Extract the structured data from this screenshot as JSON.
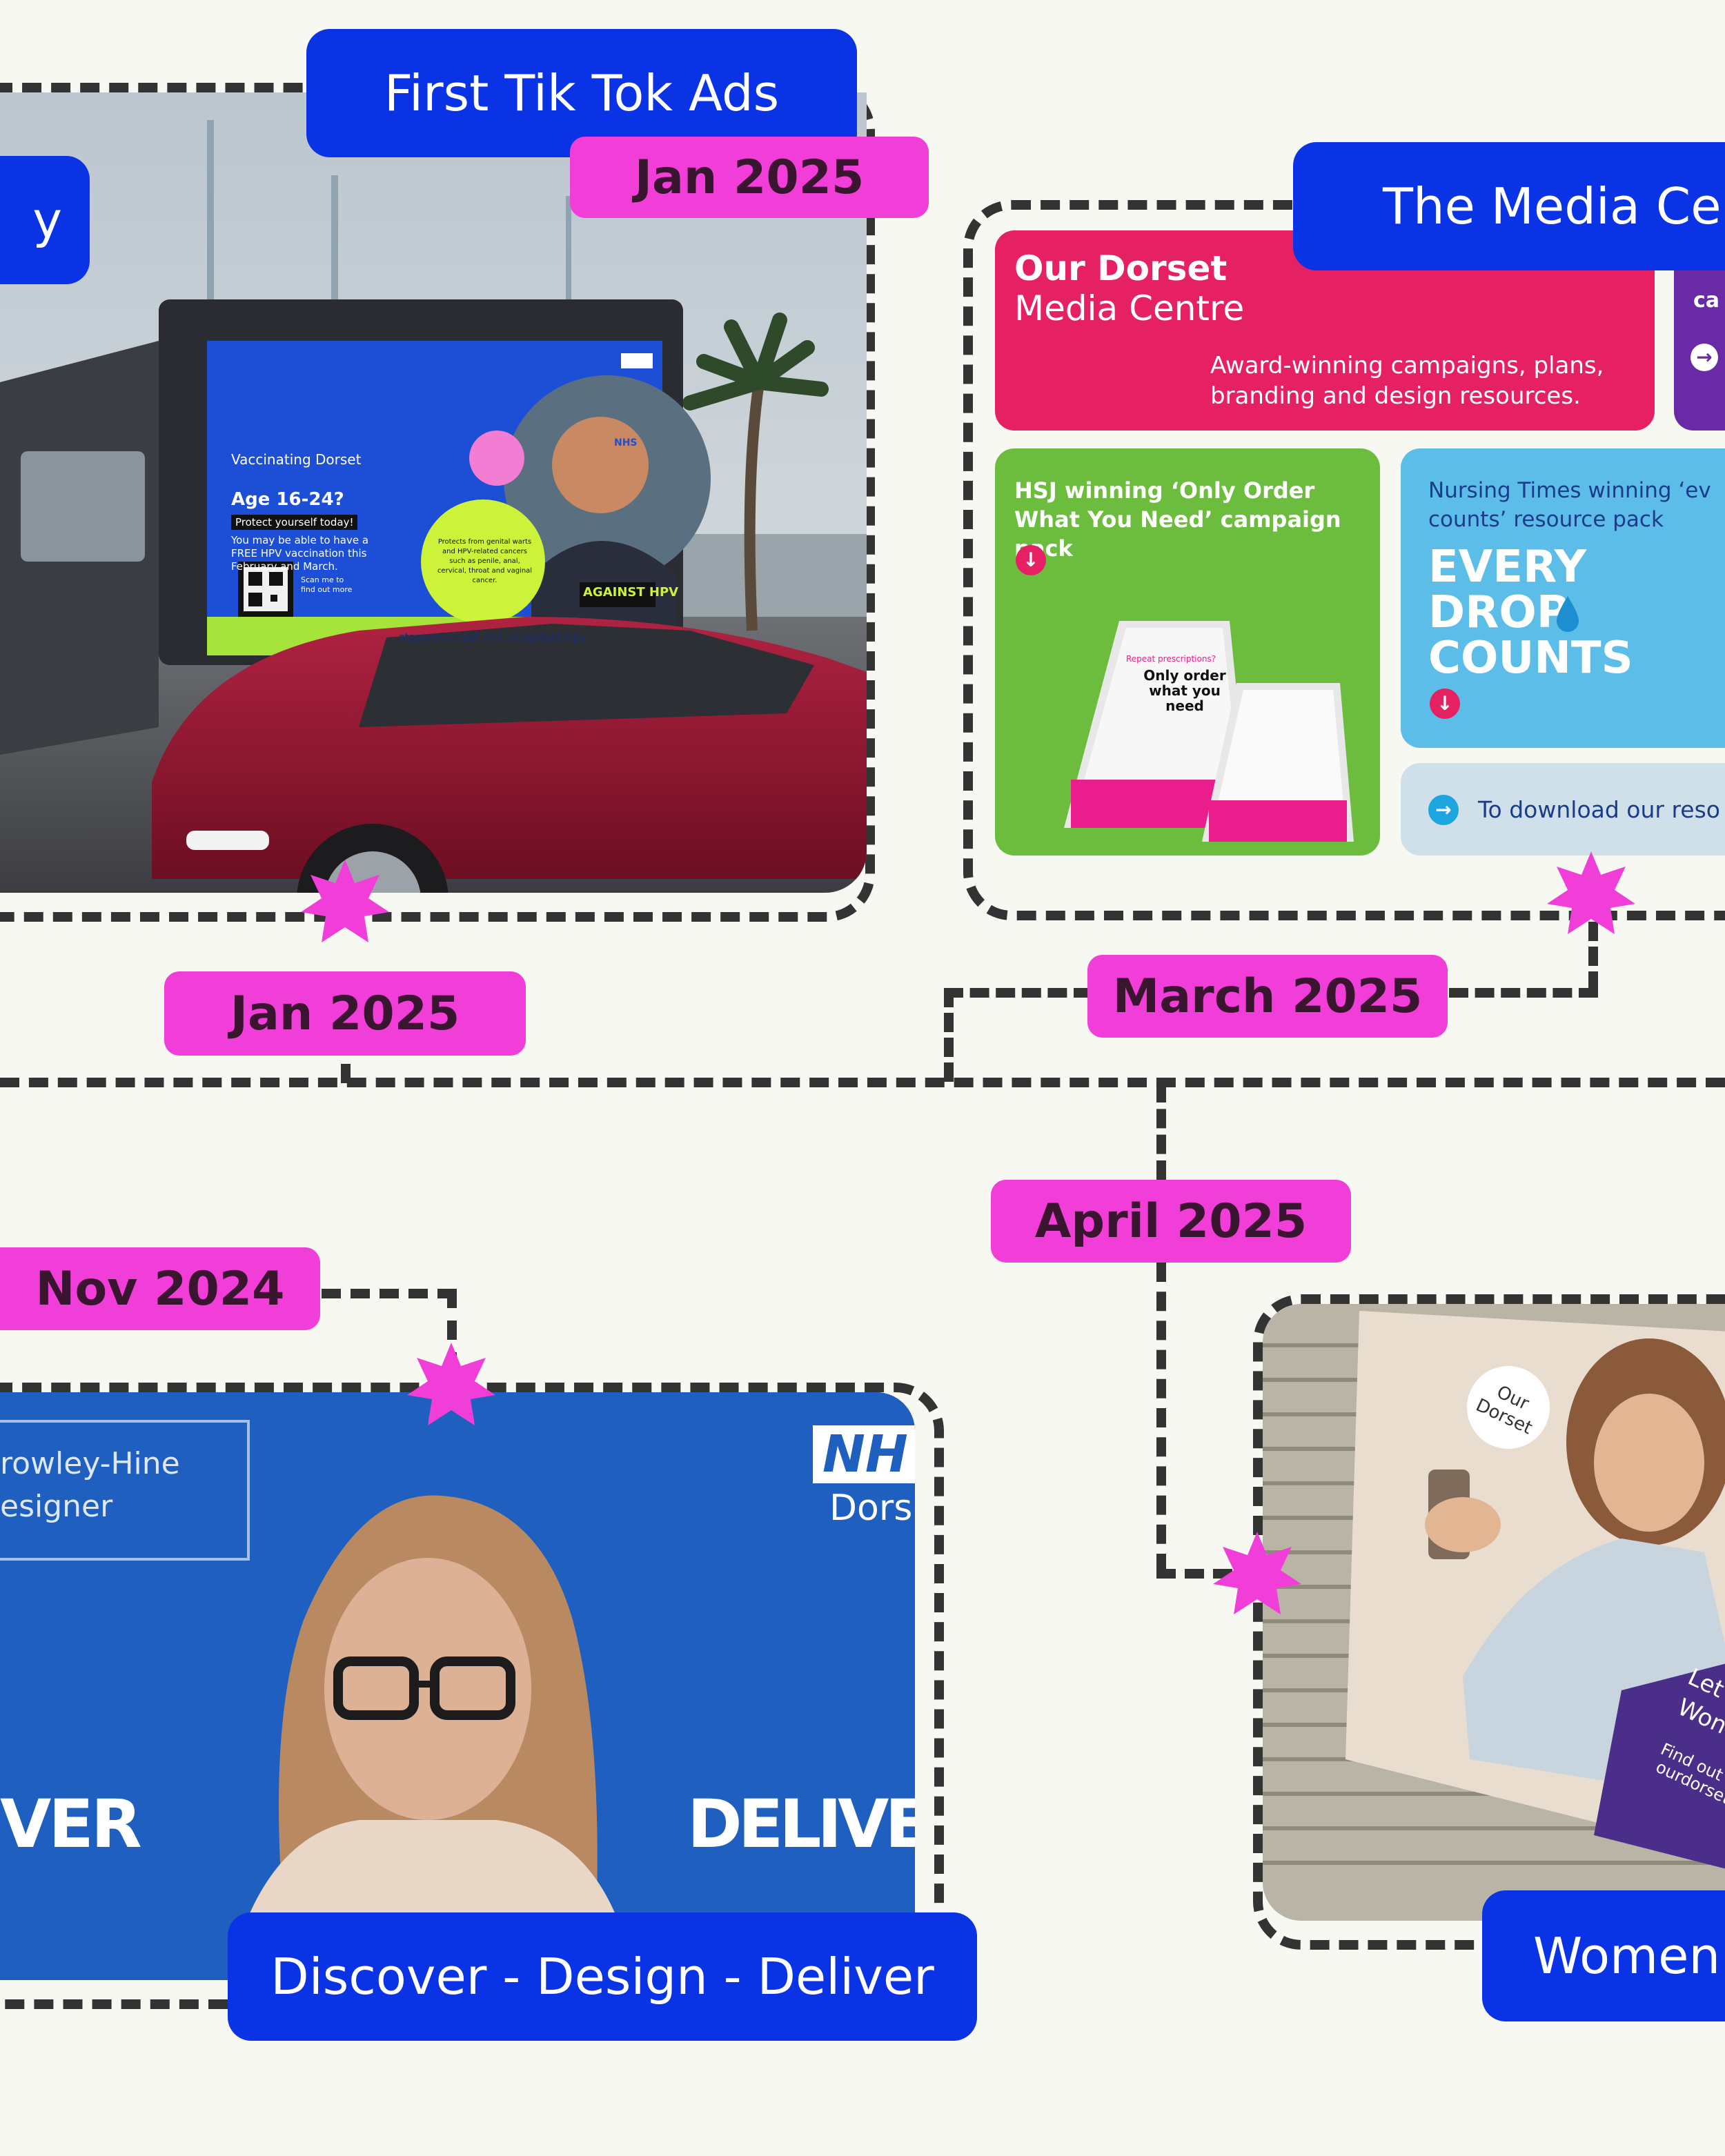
{
  "labels": {
    "tiktok_title": "First Tik Tok Ads",
    "tiktok_date": "Jan 2025",
    "jan_date": "Jan 2025",
    "media_title": "The Media Ce",
    "march_date": "March 2025",
    "april_date": "April 2025",
    "nov_date": "Nov 2024",
    "discover_title": "Discover - Design - Deliver",
    "women_title": "Women",
    "partial_left": "y"
  },
  "van_ad": {
    "brand": "Vaccinating Dorset",
    "nhs": "NHS",
    "headline": "Age 16-24?",
    "protect": "Protect yourself today!",
    "body": "You may be able to have a FREE HPV vaccination this February and March.",
    "bubble": "Protects from genital warts and HPV-related cancers such as penile, anal, cervical, throat and vaginal cancer.",
    "scan": "Scan me to find out more",
    "url": "staywelldorset.nhs.uk/update/hpv",
    "badge": "AGAINST HPV"
  },
  "media_centre": {
    "title1": "Our Dorset",
    "title2": "Media Centre",
    "desc": "Award-winning campaigns, plans, branding and design resources.",
    "hsj": "HSJ winning ‘Only Order What You Need’ campaign pack",
    "nursing": "Nursing Times winning ‘ev counts’ resource pack",
    "every": "EVERY",
    "drop": "DROP",
    "counts": "COUNTS",
    "download": "To download our reso",
    "card_repeat": "Repeat prescriptions?",
    "card_only": "Only order what you need",
    "purple_text": "ca"
  },
  "video_call": {
    "name_line1": "rowley-Hine",
    "name_line2": "esigner",
    "nhs": "NH",
    "dorset": "Dors",
    "left_word": "VER",
    "right_word": "DELIVER"
  },
  "women_photo": {
    "sticker1": "Our",
    "sticker2": "Dorset",
    "text1": "Let",
    "text2": "Won",
    "text3": "Find out",
    "text4": "ourdorset"
  },
  "colors": {
    "blue": "#0a33e6",
    "pink": "#f23ed9",
    "dash": "#333333",
    "background": "#f8f8f2"
  }
}
